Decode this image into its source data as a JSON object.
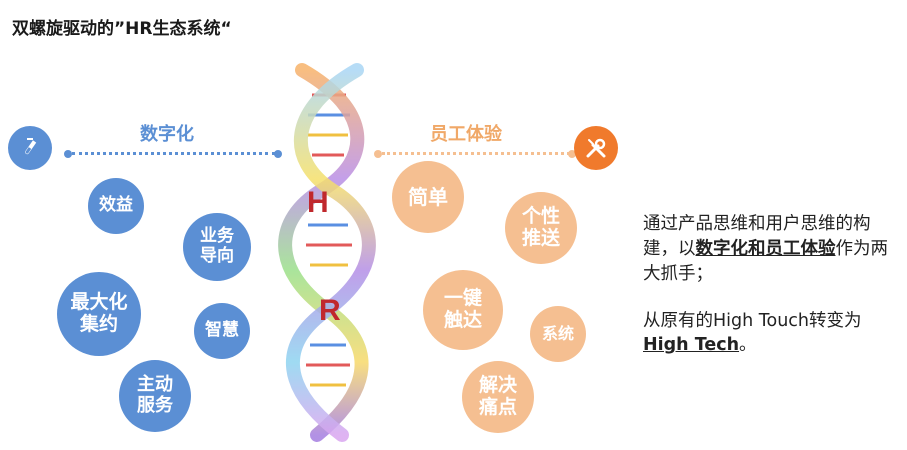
{
  "title": "双螺旋驱动的”HR生态系统“",
  "colors": {
    "blue": "#5b8fd4",
    "orange": "#f5bf91",
    "orange_icon": "#f07a2c",
    "red_letter": "#c0282d"
  },
  "left": {
    "heading": "数字化",
    "icon": "test-tube-icon",
    "bubbles": [
      {
        "label": "效益"
      },
      {
        "label": "业务导向"
      },
      {
        "label": "最大化集约"
      },
      {
        "label": "智慧"
      },
      {
        "label": "主动服务"
      }
    ]
  },
  "right": {
    "heading": "员工体验",
    "icon": "tools-icon",
    "bubbles": [
      {
        "label": "简单"
      },
      {
        "label": "个性推送"
      },
      {
        "label": "一键触达"
      },
      {
        "label": "系统"
      },
      {
        "label": "解决痛点"
      }
    ]
  },
  "helix_letters": [
    "H",
    "R"
  ],
  "description": {
    "p1_before": "通过产品思维和用户思维的构建，以",
    "p1_highlight": "数字化和员工体验",
    "p1_after": "作为两大抓手；",
    "p2_before": "从原有的High Touch转变为",
    "p2_highlight": "High Tech",
    "p2_after": "。"
  }
}
